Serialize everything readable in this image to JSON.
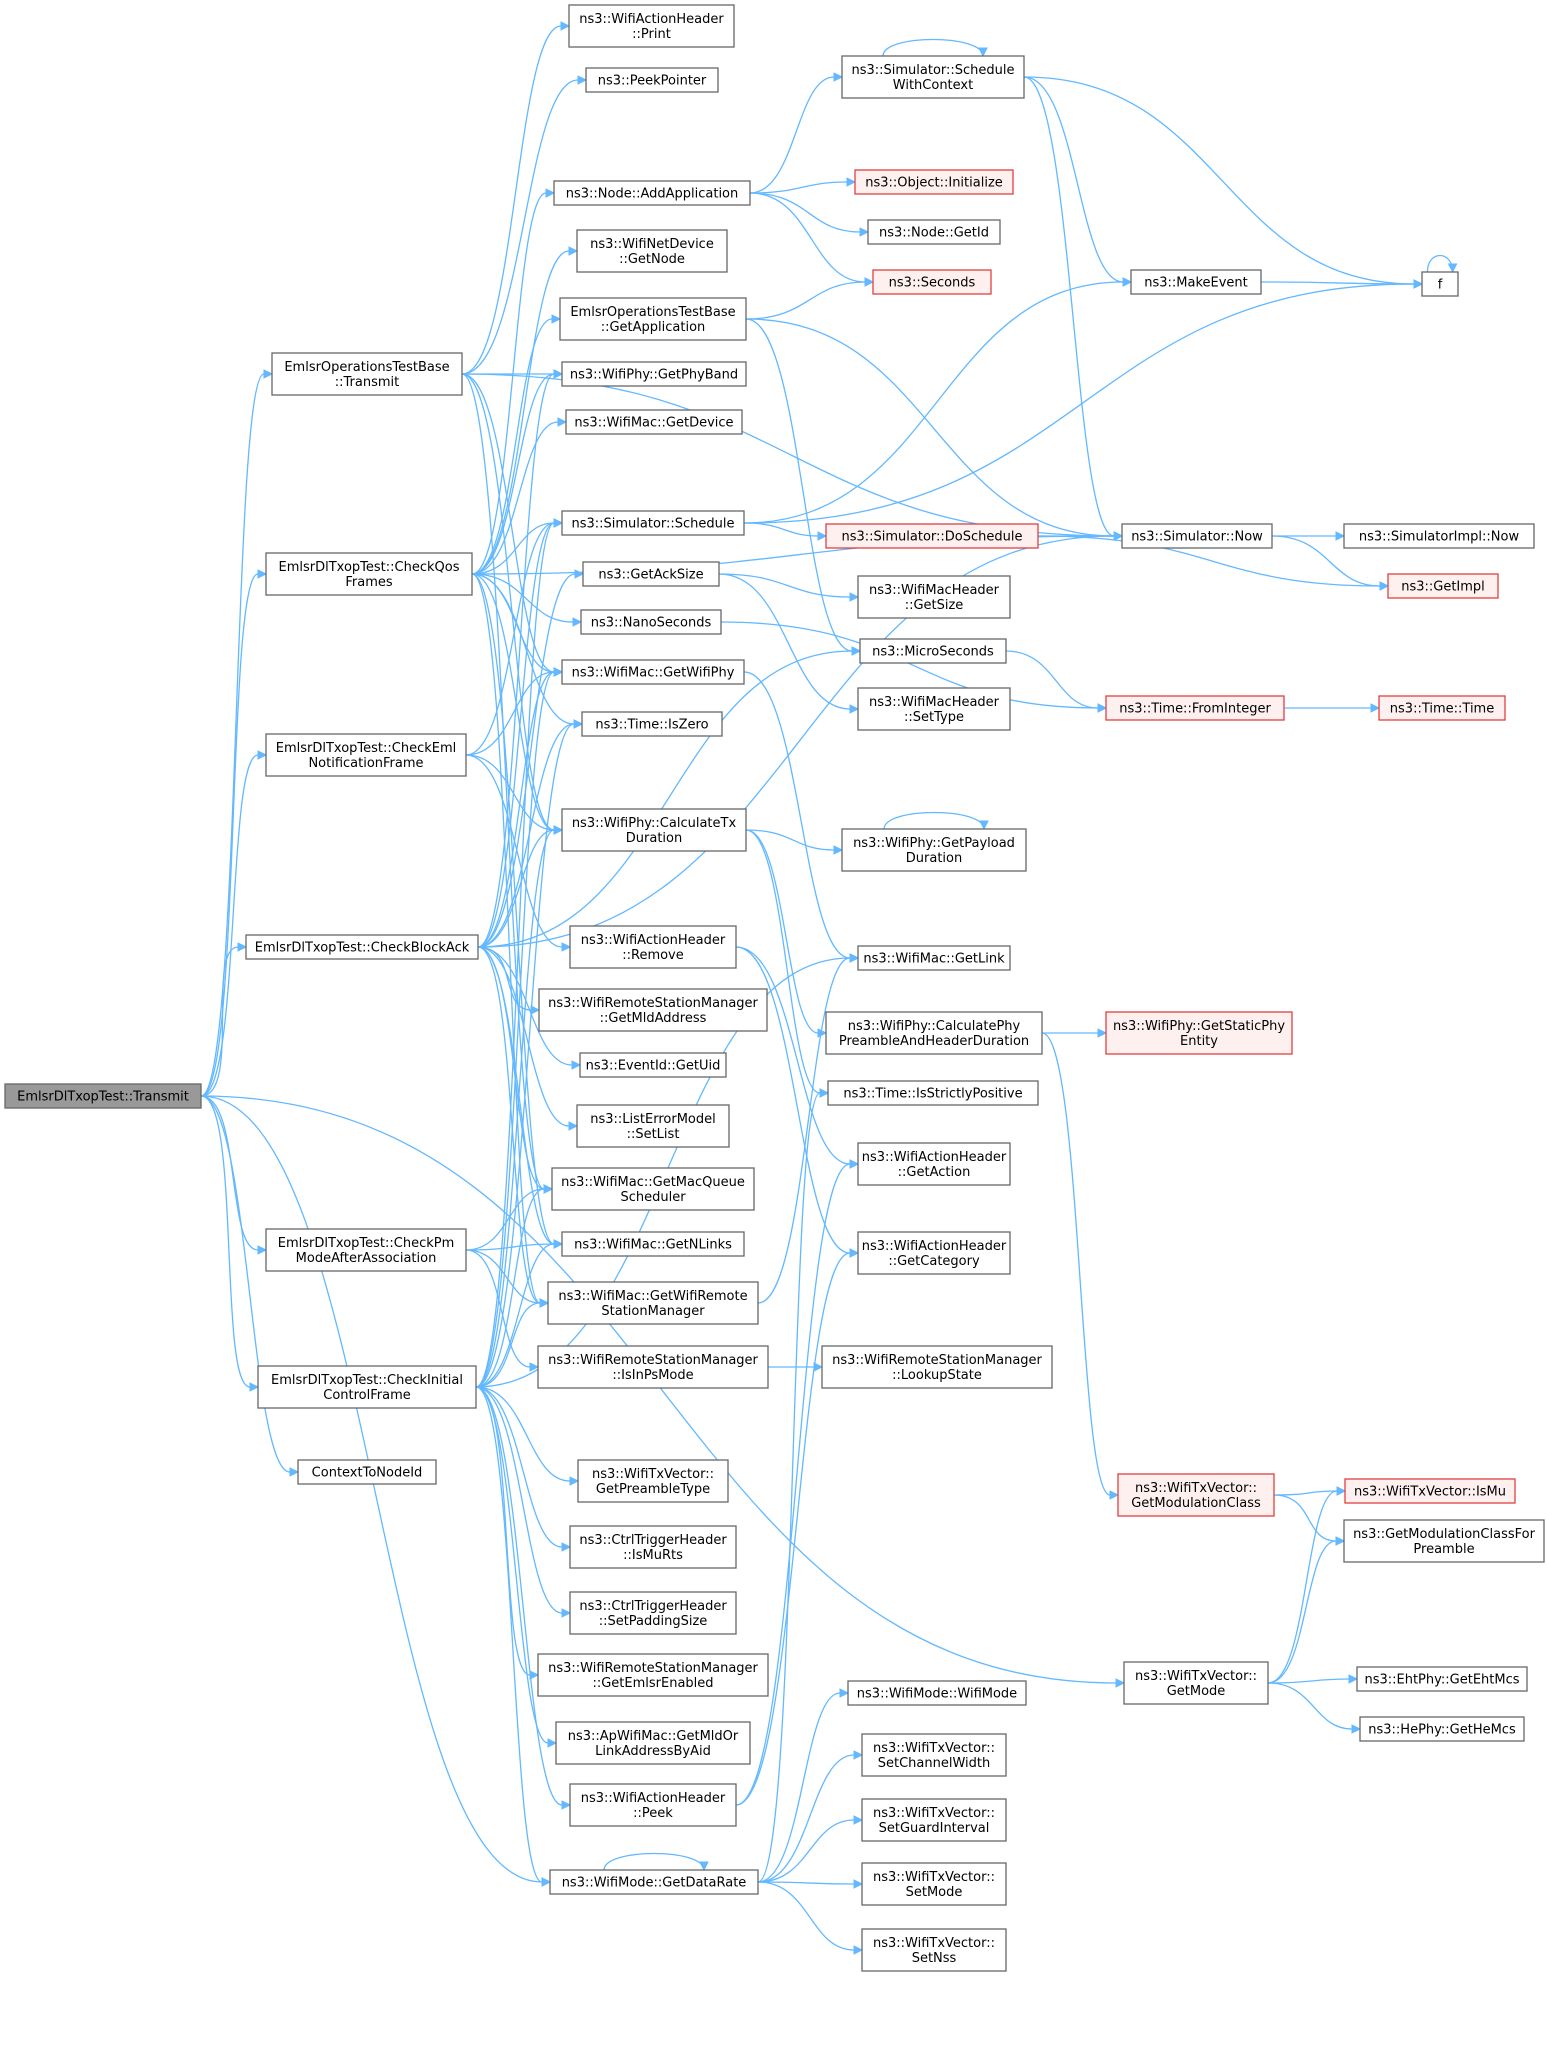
{
  "title": "",
  "colors": {
    "edge": "#63b8ff",
    "node_border": "#666666",
    "node_fill": "#ffffff",
    "root_fill": "#999999",
    "red_border": "#e04040",
    "red_fill": "#fff0f0"
  },
  "nodes": {
    "root": {
      "lines": [
        "EmlsrDlTxopTest::Transmit"
      ],
      "style": "root"
    },
    "ops_transmit": {
      "lines": [
        "EmlsrOperationsTestBase",
        "::Transmit"
      ]
    },
    "check_qos": {
      "lines": [
        "EmlsrDlTxopTest::CheckQos",
        "Frames"
      ]
    },
    "check_eml": {
      "lines": [
        "EmlsrDlTxopTest::CheckEml",
        "NotificationFrame"
      ]
    },
    "check_block_ack": {
      "lines": [
        "EmlsrDlTxopTest::CheckBlockAck"
      ]
    },
    "check_pm": {
      "lines": [
        "EmlsrDlTxopTest::CheckPm",
        "ModeAfterAssociation"
      ]
    },
    "check_initial": {
      "lines": [
        "EmlsrDlTxopTest::CheckInitial",
        "ControlFrame"
      ]
    },
    "context_to_node_id": {
      "lines": [
        "ContextToNodeId"
      ]
    },
    "action_print": {
      "lines": [
        "ns3::WifiActionHeader",
        "::Print"
      ]
    },
    "peek_pointer": {
      "lines": [
        "ns3::PeekPointer"
      ]
    },
    "node_add_app": {
      "lines": [
        "ns3::Node::AddApplication"
      ]
    },
    "netdevice_getnode": {
      "lines": [
        "ns3::WifiNetDevice",
        "::GetNode"
      ]
    },
    "get_application": {
      "lines": [
        "EmlsrOperationsTestBase",
        "::GetApplication"
      ]
    },
    "get_phy_band": {
      "lines": [
        "ns3::WifiPhy::GetPhyBand"
      ]
    },
    "mac_get_device": {
      "lines": [
        "ns3::WifiMac::GetDevice"
      ]
    },
    "sim_schedule": {
      "lines": [
        "ns3::Simulator::Schedule"
      ]
    },
    "get_ack_size": {
      "lines": [
        "ns3::GetAckSize"
      ]
    },
    "nanoseconds": {
      "lines": [
        "ns3::NanoSeconds"
      ]
    },
    "get_wifi_phy": {
      "lines": [
        "ns3::WifiMac::GetWifiPhy"
      ]
    },
    "time_is_zero": {
      "lines": [
        "ns3::Time::IsZero"
      ]
    },
    "calc_tx_duration": {
      "lines": [
        "ns3::WifiPhy::CalculateTx",
        "Duration"
      ]
    },
    "action_remove": {
      "lines": [
        "ns3::WifiActionHeader",
        "::Remove"
      ]
    },
    "rsm_get_mld_addr": {
      "lines": [
        "ns3::WifiRemoteStationManager",
        "::GetMldAddress"
      ]
    },
    "eventid_getuid": {
      "lines": [
        "ns3::EventId::GetUid"
      ]
    },
    "list_error_setlist": {
      "lines": [
        "ns3::ListErrorModel",
        "::SetList"
      ]
    },
    "get_macqueue_sched": {
      "lines": [
        "ns3::WifiMac::GetMacQueue",
        "Scheduler"
      ]
    },
    "get_nlinks": {
      "lines": [
        "ns3::WifiMac::GetNLinks"
      ]
    },
    "get_wifi_rsm": {
      "lines": [
        "ns3::WifiMac::GetWifiRemote",
        "StationManager"
      ]
    },
    "rsm_is_in_ps": {
      "lines": [
        "ns3::WifiRemoteStationManager",
        "::IsInPsMode"
      ]
    },
    "txv_get_preamble": {
      "lines": [
        "ns3::WifiTxVector::",
        "GetPreambleType"
      ]
    },
    "ctrl_is_murts": {
      "lines": [
        "ns3::CtrlTriggerHeader",
        "::IsMuRts"
      ]
    },
    "ctrl_set_padding": {
      "lines": [
        "ns3::CtrlTriggerHeader",
        "::SetPaddingSize"
      ]
    },
    "rsm_get_emlsr": {
      "lines": [
        "ns3::WifiRemoteStationManager",
        "::GetEmlsrEnabled"
      ]
    },
    "ap_get_mld": {
      "lines": [
        "ns3::ApWifiMac::GetMldOr",
        "LinkAddressByAid"
      ]
    },
    "action_peek": {
      "lines": [
        "ns3::WifiActionHeader",
        "::Peek"
      ]
    },
    "mode_get_datarate": {
      "lines": [
        "ns3::WifiMode::GetDataRate"
      ]
    },
    "sim_schedule_ctx": {
      "lines": [
        "ns3::Simulator::Schedule",
        "WithContext"
      ]
    },
    "object_initialize": {
      "lines": [
        "ns3::Object::Initialize"
      ],
      "style": "red"
    },
    "node_getid": {
      "lines": [
        "ns3::Node::GetId"
      ]
    },
    "seconds": {
      "lines": [
        "ns3::Seconds"
      ],
      "style": "red"
    },
    "sim_doschedule": {
      "lines": [
        "ns3::Simulator::DoSchedule"
      ],
      "style": "red"
    },
    "mac_header_getsize": {
      "lines": [
        "ns3::WifiMacHeader",
        "::GetSize"
      ]
    },
    "microseconds": {
      "lines": [
        "ns3::MicroSeconds"
      ]
    },
    "mac_header_settype": {
      "lines": [
        "ns3::WifiMacHeader",
        "::SetType"
      ]
    },
    "get_payload_dur": {
      "lines": [
        "ns3::WifiPhy::GetPayload",
        "Duration"
      ]
    },
    "mac_get_link": {
      "lines": [
        "ns3::WifiMac::GetLink"
      ]
    },
    "calc_phy_preamble": {
      "lines": [
        "ns3::WifiPhy::CalculatePhy",
        "PreambleAndHeaderDuration"
      ]
    },
    "time_is_strictly_pos": {
      "lines": [
        "ns3::Time::IsStrictlyPositive"
      ]
    },
    "action_get_action": {
      "lines": [
        "ns3::WifiActionHeader",
        "::GetAction"
      ]
    },
    "action_get_category": {
      "lines": [
        "ns3::WifiActionHeader",
        "::GetCategory"
      ]
    },
    "rsm_lookup_state": {
      "lines": [
        "ns3::WifiRemoteStationManager",
        "::LookupState"
      ]
    },
    "wifimode_ctor": {
      "lines": [
        "ns3::WifiMode::WifiMode"
      ]
    },
    "txv_set_channel_width": {
      "lines": [
        "ns3::WifiTxVector::",
        "SetChannelWidth"
      ]
    },
    "txv_set_guard": {
      "lines": [
        "ns3::WifiTxVector::",
        "SetGuardInterval"
      ]
    },
    "txv_set_mode": {
      "lines": [
        "ns3::WifiTxVector::",
        "SetMode"
      ]
    },
    "txv_set_nss": {
      "lines": [
        "ns3::WifiTxVector::",
        "SetNss"
      ]
    },
    "make_event": {
      "lines": [
        "ns3::MakeEvent"
      ]
    },
    "sim_now": {
      "lines": [
        "ns3::Simulator::Now"
      ]
    },
    "time_from_integer": {
      "lines": [
        "ns3::Time::FromInteger"
      ],
      "style": "red"
    },
    "get_static_phy": {
      "lines": [
        "ns3::WifiPhy::GetStaticPhy",
        "Entity"
      ],
      "style": "red"
    },
    "txv_get_mod_class": {
      "lines": [
        "ns3::WifiTxVector::",
        "GetModulationClass"
      ],
      "style": "red"
    },
    "txv_get_mode": {
      "lines": [
        "ns3::WifiTxVector::",
        "GetMode"
      ]
    },
    "f": {
      "lines": [
        "f"
      ]
    },
    "simimpl_now": {
      "lines": [
        "ns3::SimulatorImpl::Now"
      ]
    },
    "get_impl": {
      "lines": [
        "ns3::GetImpl"
      ],
      "style": "red"
    },
    "time_time": {
      "lines": [
        "ns3::Time::Time"
      ],
      "style": "red"
    },
    "txv_is_mu": {
      "lines": [
        "ns3::WifiTxVector::IsMu"
      ],
      "style": "red"
    },
    "get_mod_class_for": {
      "lines": [
        "ns3::GetModulationClassFor",
        "Preamble"
      ]
    },
    "eht_get_mcs": {
      "lines": [
        "ns3::EhtPhy::GetEhtMcs"
      ]
    },
    "he_get_mcs": {
      "lines": [
        "ns3::HePhy::GetHeMcs"
      ]
    }
  },
  "edges": [
    [
      "root",
      "ops_transmit"
    ],
    [
      "root",
      "check_qos"
    ],
    [
      "root",
      "check_eml"
    ],
    [
      "root",
      "check_block_ack"
    ],
    [
      "root",
      "check_pm"
    ],
    [
      "root",
      "check_initial"
    ],
    [
      "root",
      "context_to_node_id"
    ],
    [
      "root",
      "txv_get_mode"
    ],
    [
      "root",
      "mode_get_datarate"
    ],
    [
      "ops_transmit",
      "action_print"
    ],
    [
      "ops_transmit",
      "peek_pointer"
    ],
    [
      "ops_transmit",
      "sim_now"
    ],
    [
      "ops_transmit",
      "get_phy_band"
    ],
    [
      "ops_transmit",
      "get_wifi_phy"
    ],
    [
      "ops_transmit",
      "calc_tx_duration"
    ],
    [
      "ops_transmit",
      "get_macqueue_sched"
    ],
    [
      "check_qos",
      "node_add_app"
    ],
    [
      "check_qos",
      "netdevice_getnode"
    ],
    [
      "check_qos",
      "get_application"
    ],
    [
      "check_qos",
      "get_phy_band"
    ],
    [
      "check_qos",
      "mac_get_device"
    ],
    [
      "check_qos",
      "sim_schedule"
    ],
    [
      "check_qos",
      "nanoseconds"
    ],
    [
      "check_qos",
      "get_wifi_phy"
    ],
    [
      "check_qos",
      "time_is_zero"
    ],
    [
      "check_qos",
      "calc_tx_duration"
    ],
    [
      "check_qos",
      "sim_now"
    ],
    [
      "check_qos",
      "get_nlinks"
    ],
    [
      "check_qos",
      "get_wifi_rsm"
    ],
    [
      "check_eml",
      "sim_schedule"
    ],
    [
      "check_eml",
      "get_wifi_phy"
    ],
    [
      "check_eml",
      "calc_tx_duration"
    ],
    [
      "check_eml",
      "action_remove"
    ],
    [
      "check_block_ack",
      "get_ack_size"
    ],
    [
      "check_block_ack",
      "get_wifi_phy"
    ],
    [
      "check_block_ack",
      "time_is_zero"
    ],
    [
      "check_block_ack",
      "calc_tx_duration"
    ],
    [
      "check_block_ack",
      "sim_schedule"
    ],
    [
      "check_block_ack",
      "microseconds"
    ],
    [
      "check_block_ack",
      "sim_now"
    ],
    [
      "check_block_ack",
      "rsm_get_mld_addr"
    ],
    [
      "check_block_ack",
      "eventid_getuid"
    ],
    [
      "check_block_ack",
      "list_error_setlist"
    ],
    [
      "check_block_ack",
      "get_macqueue_sched"
    ],
    [
      "check_block_ack",
      "get_nlinks"
    ],
    [
      "check_block_ack",
      "get_wifi_rsm"
    ],
    [
      "check_block_ack",
      "get_phy_band"
    ],
    [
      "check_pm",
      "get_macqueue_sched"
    ],
    [
      "check_pm",
      "get_nlinks"
    ],
    [
      "check_pm",
      "get_wifi_rsm"
    ],
    [
      "check_pm",
      "rsm_is_in_ps"
    ],
    [
      "check_initial",
      "get_wifi_phy"
    ],
    [
      "check_initial",
      "calc_tx_duration"
    ],
    [
      "check_initial",
      "sim_schedule"
    ],
    [
      "check_initial",
      "get_macqueue_sched"
    ],
    [
      "check_initial",
      "get_nlinks"
    ],
    [
      "check_initial",
      "get_wifi_rsm"
    ],
    [
      "check_initial",
      "txv_get_preamble"
    ],
    [
      "check_initial",
      "ctrl_is_murts"
    ],
    [
      "check_initial",
      "ctrl_set_padding"
    ],
    [
      "check_initial",
      "rsm_get_emlsr"
    ],
    [
      "check_initial",
      "ap_get_mld"
    ],
    [
      "check_initial",
      "action_peek"
    ],
    [
      "check_initial",
      "mode_get_datarate"
    ],
    [
      "check_initial",
      "mac_get_link"
    ],
    [
      "check_initial",
      "time_is_zero"
    ],
    [
      "node_add_app",
      "sim_schedule_ctx"
    ],
    [
      "node_add_app",
      "object_initialize"
    ],
    [
      "node_add_app",
      "node_getid"
    ],
    [
      "node_add_app",
      "seconds"
    ],
    [
      "get_application",
      "seconds"
    ],
    [
      "get_application",
      "sim_now"
    ],
    [
      "get_application",
      "microseconds"
    ],
    [
      "sim_schedule",
      "make_event"
    ],
    [
      "sim_schedule",
      "f"
    ],
    [
      "sim_schedule",
      "sim_doschedule"
    ],
    [
      "sim_doschedule",
      "sim_now"
    ],
    [
      "sim_doschedule",
      "get_impl"
    ],
    [
      "get_ack_size",
      "mac_header_getsize"
    ],
    [
      "get_ack_size",
      "mac_header_settype"
    ],
    [
      "nanoseconds",
      "time_from_integer"
    ],
    [
      "get_wifi_phy",
      "mac_get_link"
    ],
    [
      "calc_tx_duration",
      "get_payload_dur"
    ],
    [
      "calc_tx_duration",
      "calc_phy_preamble"
    ],
    [
      "calc_tx_duration",
      "time_is_strictly_pos"
    ],
    [
      "get_payload_dur",
      "get_payload_dur"
    ],
    [
      "action_remove",
      "action_get_action"
    ],
    [
      "action_remove",
      "action_get_category"
    ],
    [
      "get_wifi_rsm",
      "mac_get_link"
    ],
    [
      "rsm_is_in_ps",
      "rsm_lookup_state"
    ],
    [
      "action_peek",
      "action_get_action"
    ],
    [
      "action_peek",
      "action_get_category"
    ],
    [
      "mode_get_datarate",
      "mode_get_datarate"
    ],
    [
      "mode_get_datarate",
      "wifimode_ctor"
    ],
    [
      "mode_get_datarate",
      "txv_set_channel_width"
    ],
    [
      "mode_get_datarate",
      "txv_set_guard"
    ],
    [
      "mode_get_datarate",
      "txv_set_mode"
    ],
    [
      "mode_get_datarate",
      "txv_set_nss"
    ],
    [
      "mode_get_datarate",
      "time_is_strictly_pos"
    ],
    [
      "sim_schedule_ctx",
      "sim_schedule_ctx"
    ],
    [
      "sim_schedule_ctx",
      "make_event"
    ],
    [
      "sim_schedule_ctx",
      "f"
    ],
    [
      "sim_schedule_ctx",
      "sim_now"
    ],
    [
      "make_event",
      "f"
    ],
    [
      "f",
      "f"
    ],
    [
      "sim_now",
      "simimpl_now"
    ],
    [
      "sim_now",
      "get_impl"
    ],
    [
      "microseconds",
      "time_from_integer"
    ],
    [
      "time_from_integer",
      "time_time"
    ],
    [
      "calc_phy_preamble",
      "get_static_phy"
    ],
    [
      "calc_phy_preamble",
      "txv_get_mod_class"
    ],
    [
      "txv_get_mod_class",
      "txv_is_mu"
    ],
    [
      "txv_get_mod_class",
      "get_mod_class_for"
    ],
    [
      "txv_get_mode",
      "txv_is_mu"
    ],
    [
      "txv_get_mode",
      "get_mod_class_for"
    ],
    [
      "txv_get_mode",
      "eht_get_mcs"
    ],
    [
      "txv_get_mode",
      "he_get_mcs"
    ]
  ]
}
